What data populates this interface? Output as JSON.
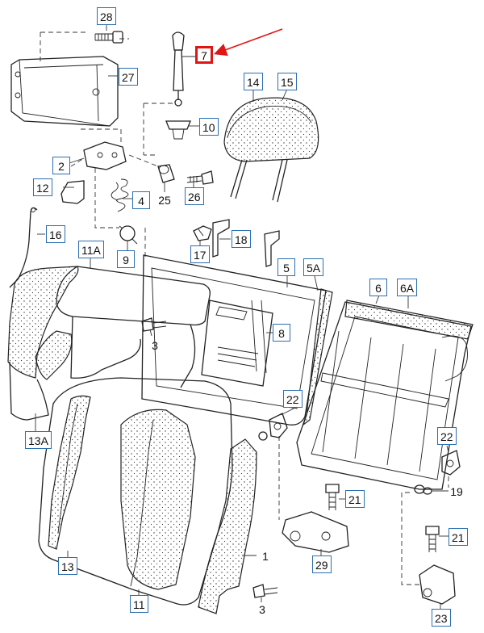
{
  "colors": {
    "callout_border": "#2c6fb0",
    "highlight": "#e01616",
    "line": "#222222"
  },
  "highlighted_part": "7",
  "callouts": {
    "c28": "28",
    "c27": "27",
    "c7": "7",
    "c10": "10",
    "c14": "14",
    "c15": "15",
    "c2": "2",
    "c12": "12",
    "c4": "4",
    "c25": "25",
    "c26": "26",
    "c16": "16",
    "c9": "9",
    "c17": "17",
    "c18": "18",
    "c11A": "11A",
    "c5": "5",
    "c5A": "5A",
    "c6": "6",
    "c6A": "6A",
    "c3a": "3",
    "c8": "8",
    "c13A": "13A",
    "c22a": "22",
    "c22b": "22",
    "c19": "19",
    "c21a": "21",
    "c21b": "21",
    "c29": "29",
    "c1": "1",
    "c13": "13",
    "c11": "11",
    "c3b": "3",
    "c23": "23"
  }
}
